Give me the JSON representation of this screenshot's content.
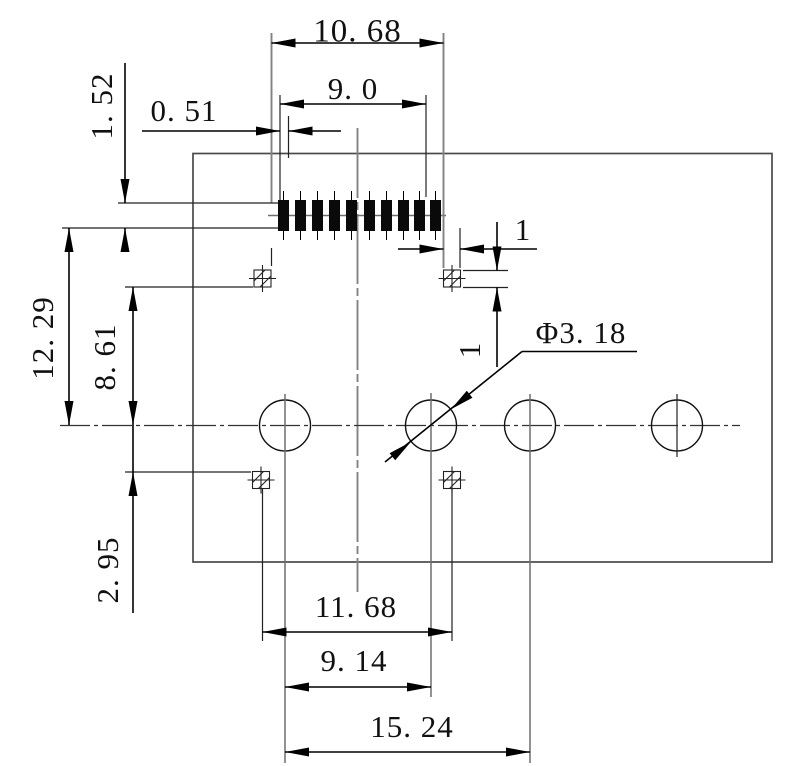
{
  "drawing": {
    "dimensions": {
      "d1068": {
        "label": "10. 68",
        "value": 10.68
      },
      "d90": {
        "label": "9. 0",
        "value": 9.0
      },
      "d051": {
        "label": "0. 51",
        "value": 0.51
      },
      "d152": {
        "label": "1. 52",
        "value": 1.52
      },
      "d1229": {
        "label": "12. 29",
        "value": 12.29
      },
      "d861": {
        "label": "8. 61",
        "value": 8.61
      },
      "d295": {
        "label": "2. 95",
        "value": 2.95
      },
      "post_w": {
        "label": "1",
        "value": 1
      },
      "post_h": {
        "label": "1",
        "value": 1
      },
      "dia": {
        "label": "Φ3. 18",
        "value": 3.18
      },
      "d1168": {
        "label": "11. 68",
        "value": 11.68
      },
      "d914": {
        "label": "9. 14",
        "value": 9.14
      },
      "d1524": {
        "label": "15. 24",
        "value": 15.24
      }
    },
    "features": {
      "pins": {
        "count": 10
      },
      "holes": {
        "count": 4
      },
      "hatched_posts": {
        "count": 4
      }
    },
    "colors": {
      "line": "#000000",
      "centerline_gray": "#828282",
      "background": "#ffffff"
    }
  }
}
